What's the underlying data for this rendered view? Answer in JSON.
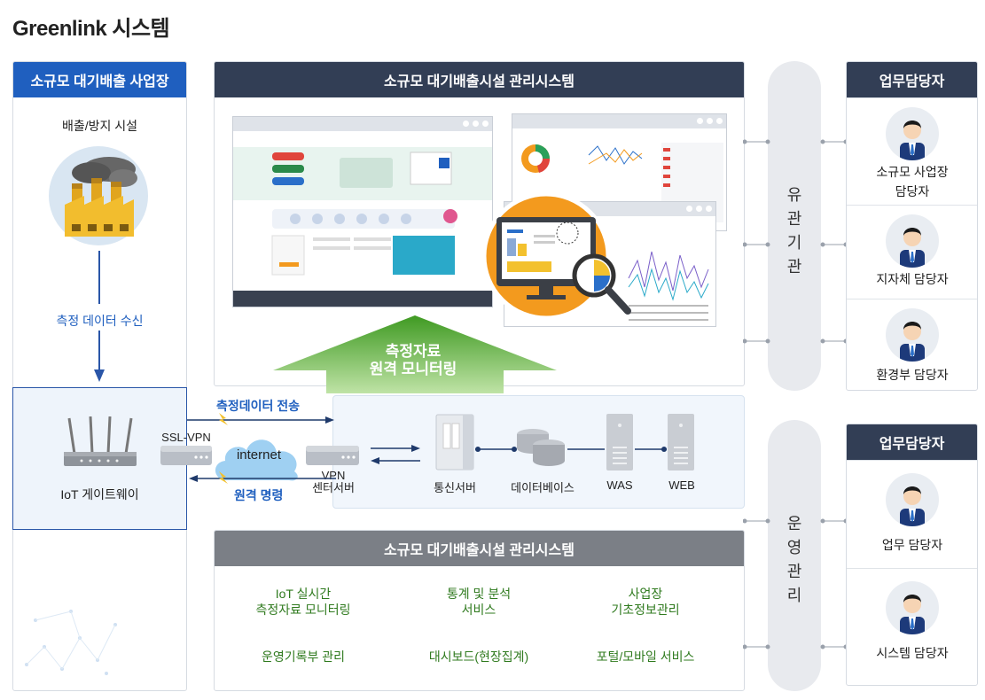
{
  "title": "Greenlink 시스템",
  "left_panel": {
    "header": "소규모 대기배출 사업장",
    "facility_label": "배출/방지 시설",
    "receive_label": "측정 데이터 수신",
    "gateway_label": "IoT 게이트웨이"
  },
  "center_top": {
    "header": "소규모 대기배출시설 관리시스템",
    "arrow_text_line1": "측정자료",
    "arrow_text_line2": "원격 모니터링"
  },
  "network": {
    "ssl_vpn": "SSL-VPN",
    "internet": "internet",
    "vpn_line1": "VPN",
    "vpn_line2": "센터서버",
    "send_label": "측정데이터 전송",
    "remote_cmd_label": "원격 명령",
    "servers": [
      "통신서버",
      "데이터베이스",
      "WAS",
      "WEB"
    ]
  },
  "center_bottom": {
    "header": "소규모 대기배출시설 관리시스템",
    "services": [
      {
        "line1": "IoT 실시간",
        "line2": "측정자료 모니터링"
      },
      {
        "line1": "통계 및 분석",
        "line2": "서비스"
      },
      {
        "line1": "사업장",
        "line2": "기초정보관리"
      },
      {
        "line1": "운영기록부 관리",
        "line2": ""
      },
      {
        "line1": "대시보드(현장집계)",
        "line2": ""
      },
      {
        "line1": "포털/모바일 서비스",
        "line2": ""
      }
    ]
  },
  "pills": {
    "top": [
      "유",
      "관",
      "기",
      "관"
    ],
    "bottom": [
      "운",
      "영",
      "관",
      "리"
    ]
  },
  "right_top": {
    "header": "업무담당자",
    "people": [
      {
        "line1": "소규모 사업장",
        "line2": "담당자"
      },
      {
        "line1": "지자체 담당자",
        "line2": ""
      },
      {
        "line1": "환경부 담당자",
        "line2": ""
      }
    ]
  },
  "right_bottom": {
    "header": "업무담당자",
    "people": [
      {
        "line1": "업무 담당자",
        "line2": ""
      },
      {
        "line1": "시스템 담당자",
        "line2": ""
      }
    ]
  },
  "colors": {
    "blue_header": "#1f5fbf",
    "navy_header": "#323e55",
    "gray_header": "#7b7f86",
    "arrow_green": "#4aa42a",
    "accent_orange": "#f39a1e",
    "text_green": "#2f7a1e"
  }
}
